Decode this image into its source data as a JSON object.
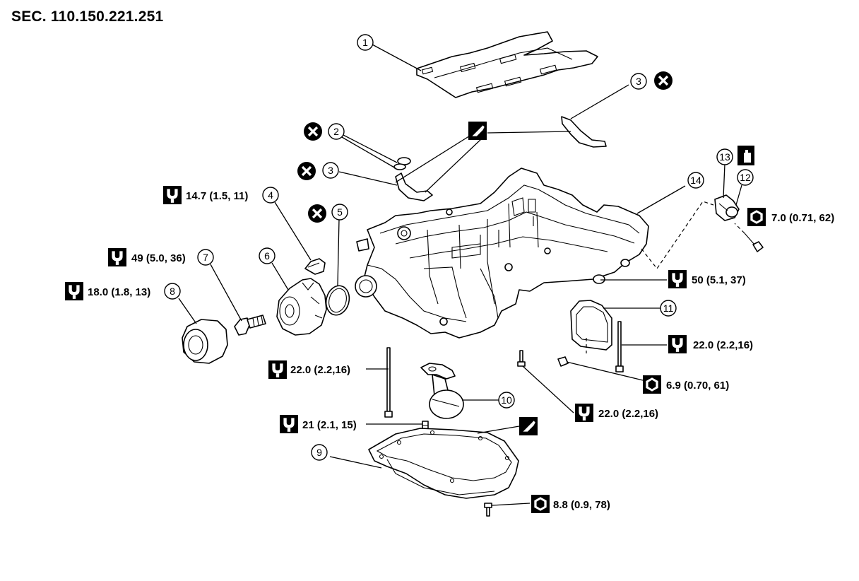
{
  "section_title": "SEC. 110.150.221.251",
  "callouts": [
    "1",
    "2",
    "3",
    "3",
    "4",
    "5",
    "6",
    "7",
    "8",
    "9",
    "10",
    "11",
    "12",
    "13",
    "14"
  ],
  "torques": {
    "t4": "14.7 (1.5, 11)",
    "t7": "49 (5.0, 36)",
    "t8": "18.0 (1.8, 13)",
    "t12": "7.0 (0.71, 62)",
    "t14": "50 (5.1, 37)",
    "t11": "22.0 (2.2,16)",
    "t11b": "6.9 (0.70, 61)",
    "tbolt_left": "22.0 (2.2,16)",
    "tbolt_mid": "22.0 (2.2,16)",
    "t_drain": "21 (2.1, 15)",
    "t9": "8.8 (0.9, 78)"
  },
  "icons": {
    "do_not_reuse": "x-circle-icon",
    "torque_wrench": "wrench-icon",
    "torque_wrench_nm": "wrench-nm-icon",
    "sealant": "sealant-tube-icon",
    "engine_oil": "oil-can-icon"
  }
}
